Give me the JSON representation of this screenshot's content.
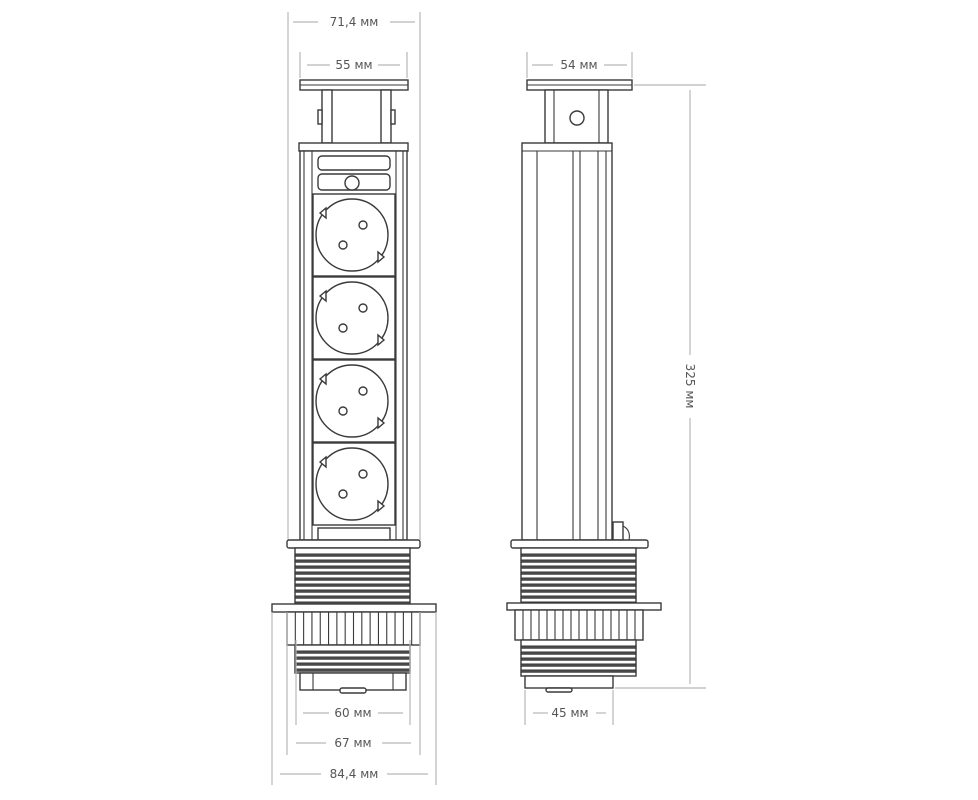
{
  "dimensions": {
    "top_width_front": "71,4 мм",
    "cap_width_front": "55 мм",
    "cap_width_side": "54 мм",
    "height": "325 мм",
    "thread_diameter": "60 мм",
    "cutout_diameter": "67 мм",
    "flange_diameter": "84,4 мм",
    "base_width_side": "45 мм"
  },
  "colors": {
    "line": "#3a3a3a",
    "dimension": "#b8b8b8",
    "text": "#555555"
  },
  "socket_count": 4
}
